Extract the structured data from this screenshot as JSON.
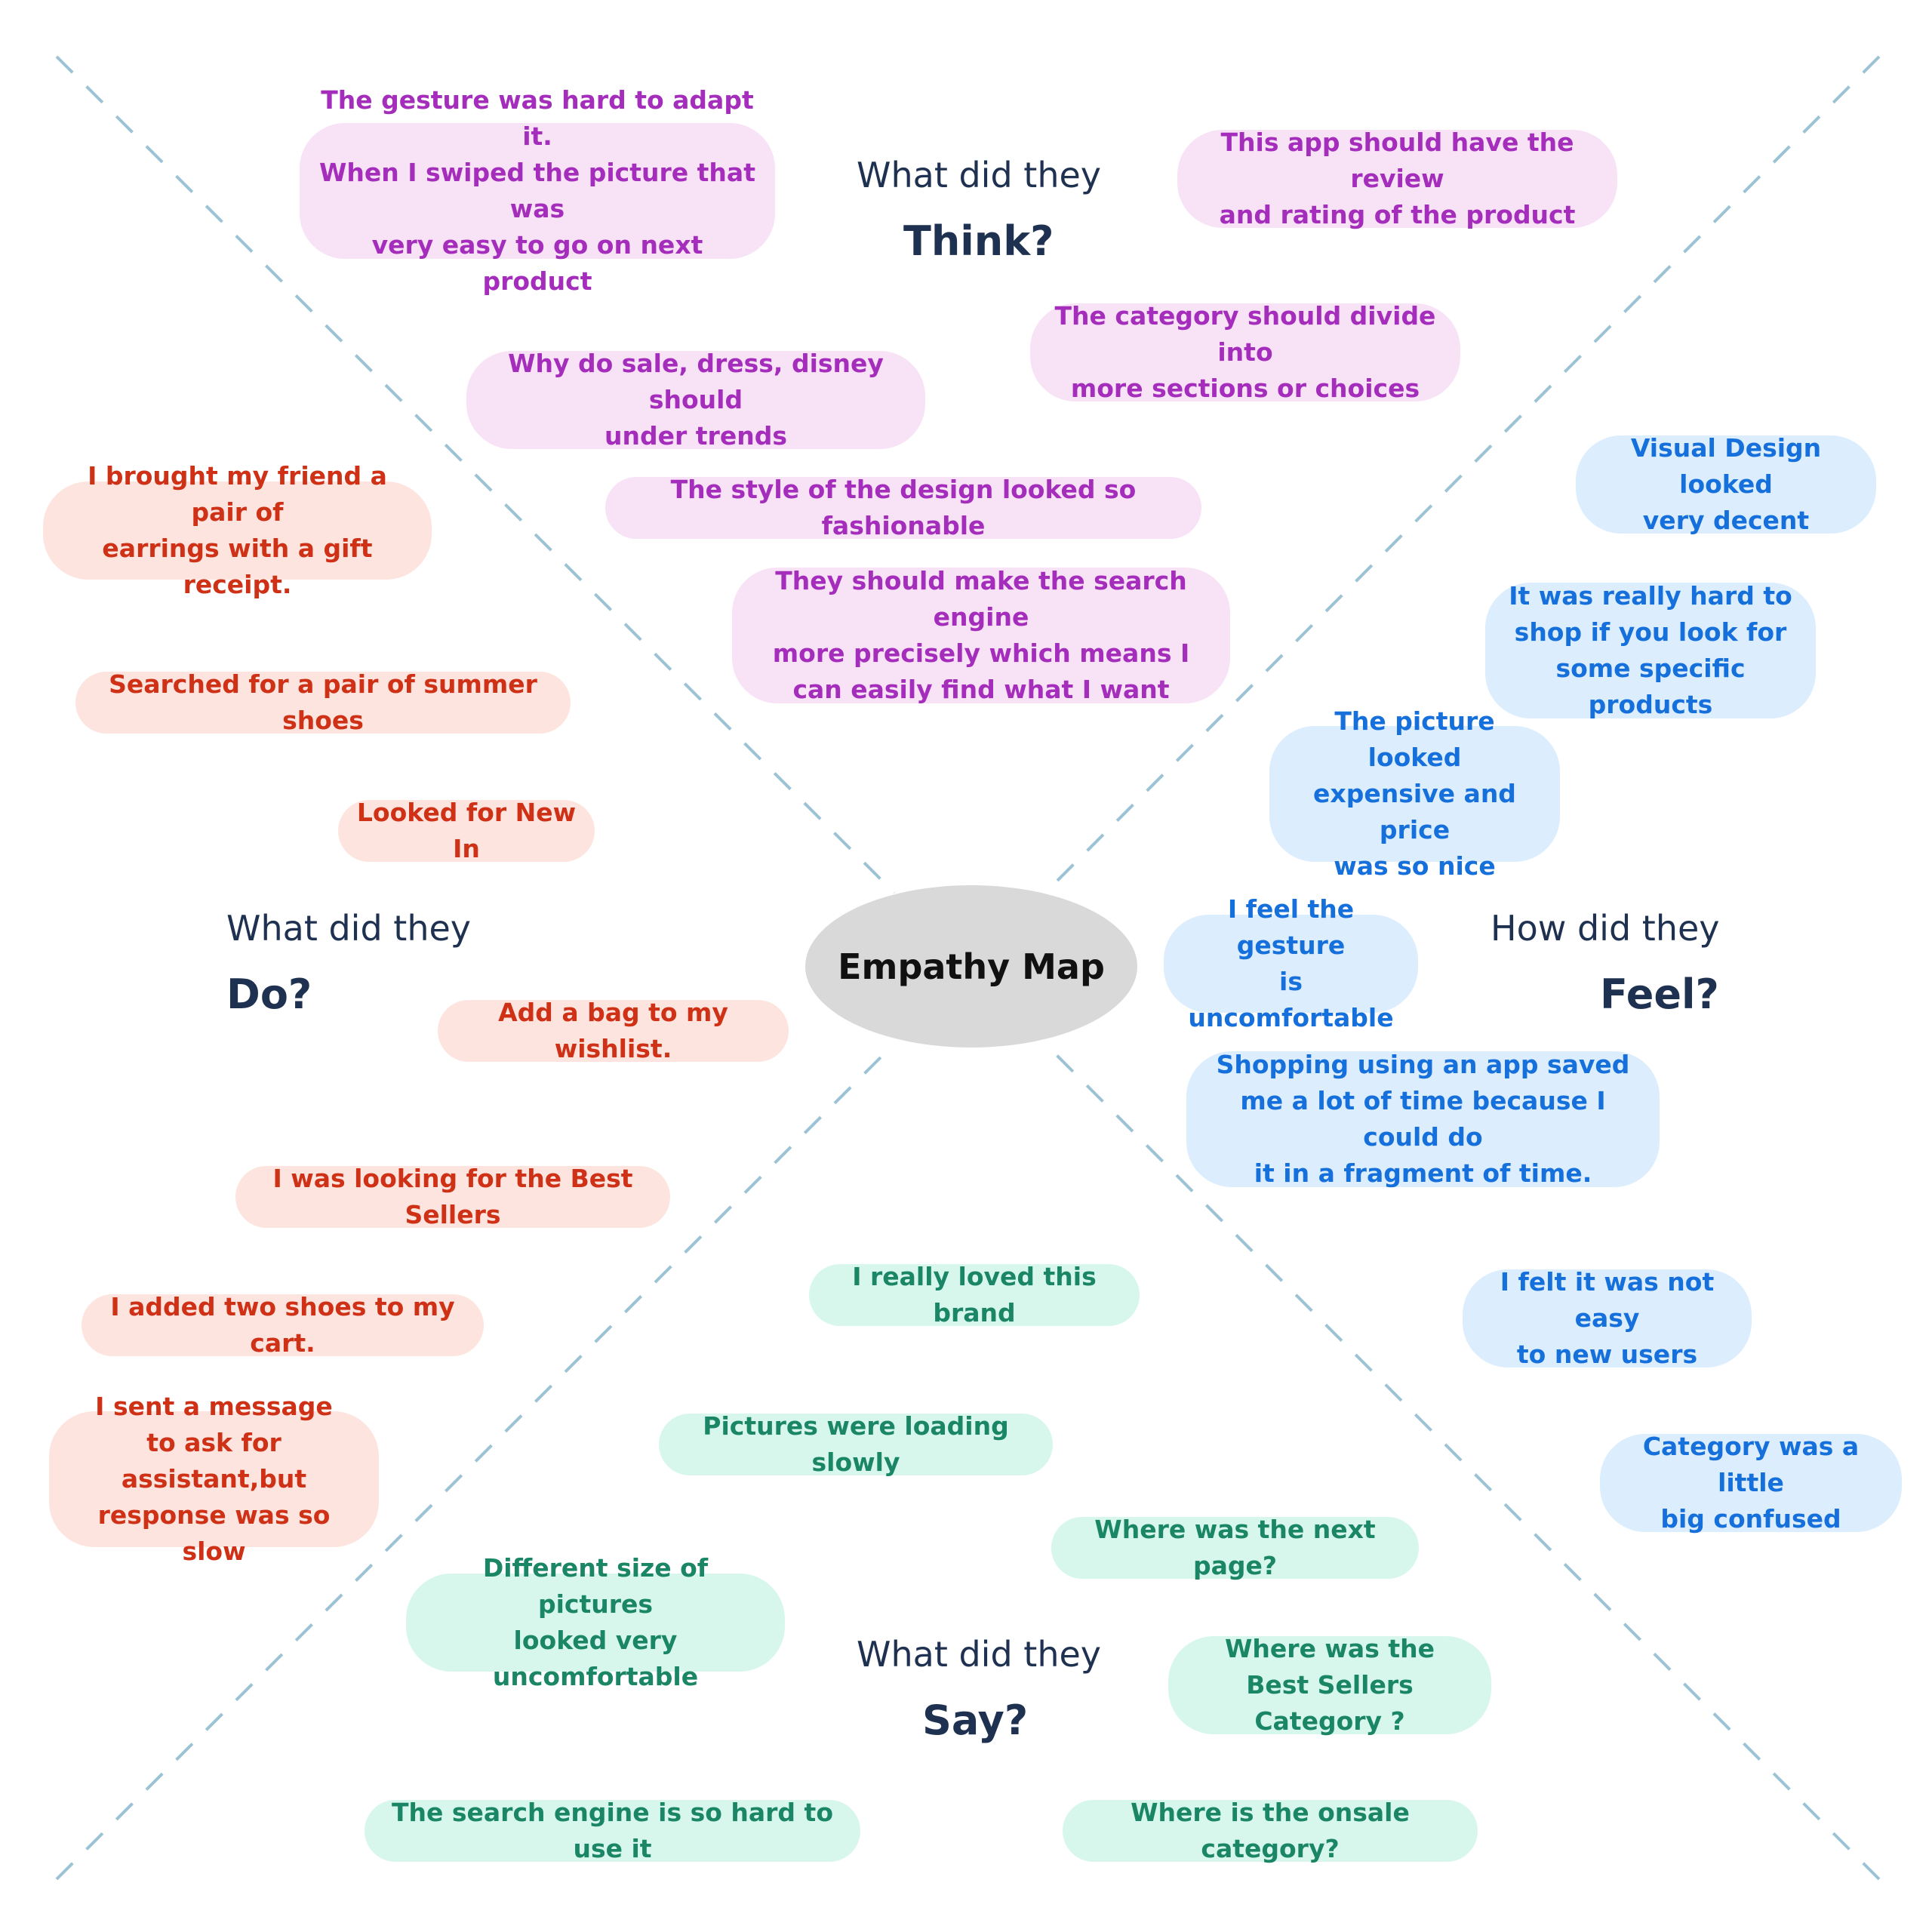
{
  "center_label": "Empathy Map",
  "quadrants": {
    "think": {
      "line1": "What did they",
      "line2": "Think?"
    },
    "do": {
      "line1": "What did they",
      "line2": "Do?"
    },
    "feel": {
      "line1": "How did they",
      "line2": "Feel?"
    },
    "say": {
      "line1": "What did they",
      "line2": "Say?"
    }
  },
  "notes": {
    "think": [
      "The gesture was hard to adapt it.\nWhen I swiped the picture that was\nvery easy to go on next product",
      "This app should have the review\nand rating of the product",
      "The category should divide into\nmore sections or choices",
      "Why do sale, dress, disney should\nunder trends",
      "The style of the design looked so fashionable",
      "They should make the search engine\nmore precisely which means I\ncan easily find what  I want"
    ],
    "do": [
      "I brought my friend a pair of\nearrings with a gift receipt.",
      "Searched for a pair of summer shoes",
      "Looked for New In",
      "Add a bag to my wishlist.",
      "I was looking for the Best Sellers",
      "I added two shoes to my cart.",
      "I sent a message\nto ask for assistant,but\nresponse was so slow"
    ],
    "feel": [
      "Visual Design looked\nvery decent",
      "It was really hard to\nshop if you look for\nsome specific products",
      "The picture looked\nexpensive and price\nwas so nice",
      "I feel the gesture\nis uncomfortable",
      "Shopping using an app saved\nme a lot of time because I could do\nit in a fragment of time.",
      "I felt it was not easy\nto new users",
      "Category was a little\nbig confused"
    ],
    "say": [
      "I really loved this brand",
      "Pictures were loading slowly",
      "Where was the next page?",
      "Different size of pictures\nlooked very uncomfortable",
      "Where was the\nBest Sellers Category ?",
      "The search engine is so hard to use it",
      "Where is the onsale category?"
    ]
  },
  "colors": {
    "divider": "#9cc3d5",
    "center_fill": "#d9d9d9"
  }
}
